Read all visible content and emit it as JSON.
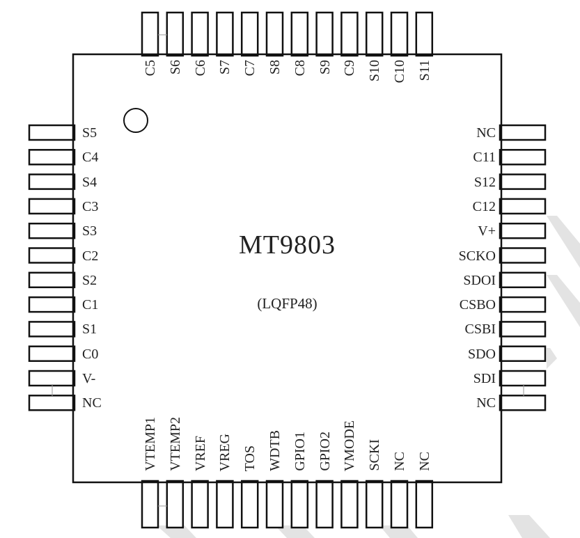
{
  "chip": {
    "name": "MT9803",
    "package": "(LQFP48)"
  },
  "pins": {
    "top": [
      "C5",
      "S6",
      "C6",
      "S7",
      "C7",
      "S8",
      "C8",
      "S9",
      "C9",
      "S10",
      "C10",
      "S11"
    ],
    "left": [
      "S5",
      "C4",
      "S4",
      "C3",
      "S3",
      "C2",
      "S2",
      "C1",
      "S1",
      "C0",
      "V-",
      "NC"
    ],
    "right": [
      "NC",
      "C11",
      "S12",
      "C12",
      "V+",
      "SCKO",
      "SDOI",
      "CSBO",
      "CSBI",
      "SDO",
      "SDI",
      "NC"
    ],
    "bottom": [
      "VTEMP1",
      "VTEMP2",
      "VREF",
      "VREG",
      "TOS",
      "WDTB",
      "GPIO1",
      "GPIO2",
      "VMODE",
      "SCKI",
      "NC",
      "NC"
    ]
  },
  "colors": {
    "line": "#111111",
    "watermark": "#e3e3e3"
  }
}
